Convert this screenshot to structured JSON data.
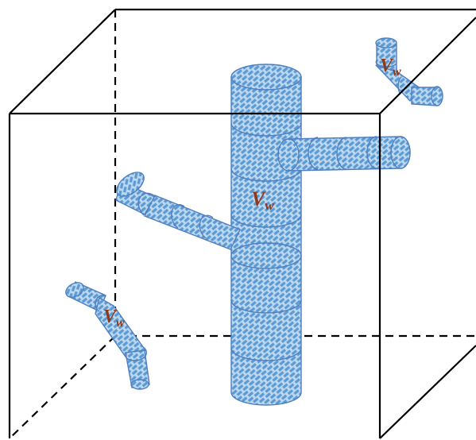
{
  "colors": {
    "edge": "#000000",
    "tube_stroke": "#4f7fc0",
    "hatch_light": "#bdd7ee",
    "hatch_dark": "#5b9bd5",
    "label": "#8b3a1a"
  },
  "labels": {
    "trunk": {
      "main": "V",
      "sub": "w"
    },
    "top_right": {
      "main": "V",
      "sub": "w"
    },
    "left": {
      "main": "V",
      "sub": "w"
    }
  }
}
